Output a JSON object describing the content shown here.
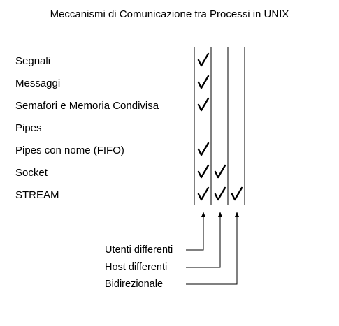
{
  "title": "Meccanismi di Comunicazione tra Processi in UNIX",
  "mechanisms": [
    {
      "label": "Segnali",
      "checks": [
        true,
        false,
        false
      ]
    },
    {
      "label": "Messaggi",
      "checks": [
        true,
        false,
        false
      ]
    },
    {
      "label": "Semafori e Memoria Condivisa",
      "checks": [
        true,
        false,
        false
      ]
    },
    {
      "label": "Pipes",
      "checks": [
        false,
        false,
        false
      ]
    },
    {
      "label": "Pipes con nome (FIFO)",
      "checks": [
        true,
        false,
        false
      ]
    },
    {
      "label": "Socket",
      "checks": [
        true,
        true,
        false
      ]
    },
    {
      "label": "STREAM",
      "checks": [
        true,
        true,
        true
      ]
    }
  ],
  "properties": [
    {
      "label": "Utenti differenti"
    },
    {
      "label": "Host differenti"
    },
    {
      "label": "Bidirezionale"
    }
  ],
  "check_glyph": "✓"
}
